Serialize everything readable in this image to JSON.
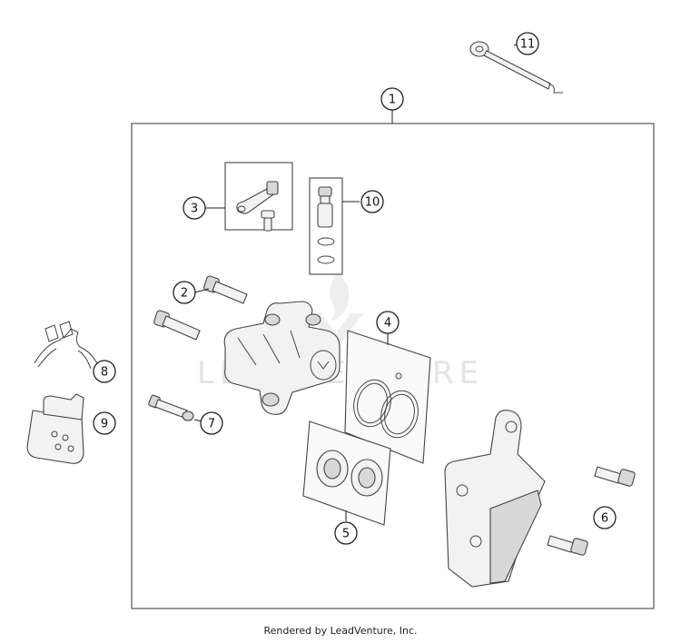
{
  "callouts": [
    {
      "id": "1",
      "label": "1"
    },
    {
      "id": "2",
      "label": "2"
    },
    {
      "id": "3",
      "label": "3"
    },
    {
      "id": "4",
      "label": "4"
    },
    {
      "id": "5",
      "label": "5"
    },
    {
      "id": "6",
      "label": "6"
    },
    {
      "id": "7",
      "label": "7"
    },
    {
      "id": "8",
      "label": "8"
    },
    {
      "id": "9",
      "label": "9"
    },
    {
      "id": "10",
      "label": "10"
    },
    {
      "id": "11",
      "label": "11"
    }
  ],
  "watermark": {
    "text": "LEADVENTURE"
  },
  "footer": {
    "text": "Rendered by LeadVenture, Inc."
  },
  "colors": {
    "line": "#222222",
    "part_fill": "#f2f2f2",
    "watermark": "#e4e4e4"
  }
}
